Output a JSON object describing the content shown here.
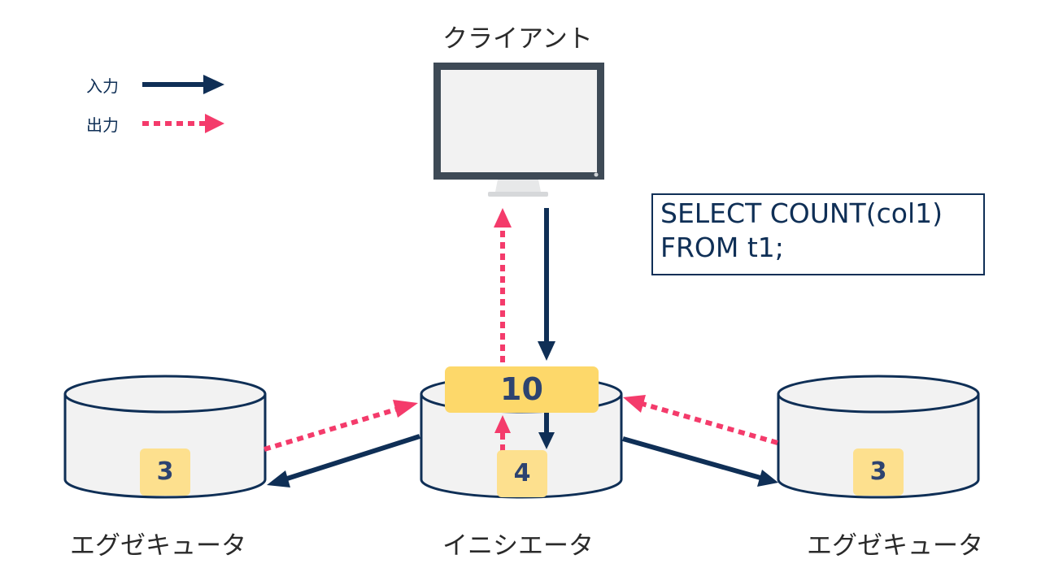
{
  "legend": {
    "input_label": "入力",
    "output_label": "出力"
  },
  "nodes": {
    "client_label": "クライアント",
    "initiator_label": "イニシエータ",
    "executor_left_label": "エグゼキュータ",
    "executor_right_label": "エグゼキュータ"
  },
  "query": {
    "line1": "SELECT COUNT(col1)",
    "line2": "FROM t1;"
  },
  "counts": {
    "executor_left": "3",
    "initiator_local": "4",
    "executor_right": "3",
    "total": "10"
  },
  "colors": {
    "input_arrow": "#0f2f56",
    "output_arrow": "#f43b6b",
    "badge": "#fde08e",
    "badge_total": "#fdd86a",
    "cylinder_fill": "#f2f2f2",
    "monitor_frame": "#3e4a56"
  }
}
